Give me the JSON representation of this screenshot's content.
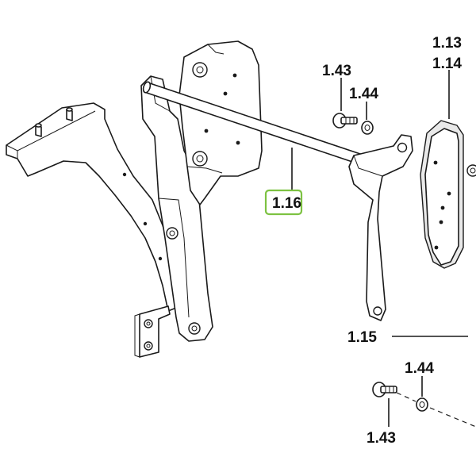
{
  "callouts": {
    "part_1_13": "1.13",
    "part_1_14": "1.14",
    "part_1_43_top": "1.43",
    "part_1_44_top": "1.44",
    "part_1_16": "1.16",
    "part_1_15": "1.15",
    "part_1_44_bottom": "1.44",
    "part_1_43_bottom": "1.43"
  },
  "highlight": {
    "callout": "1.16",
    "color": "#7dc242"
  },
  "colors": {
    "line": "#1a1a1a",
    "text": "#111111",
    "part_fill": "#ffffff",
    "shaded_fill": "#e9e9e9"
  }
}
